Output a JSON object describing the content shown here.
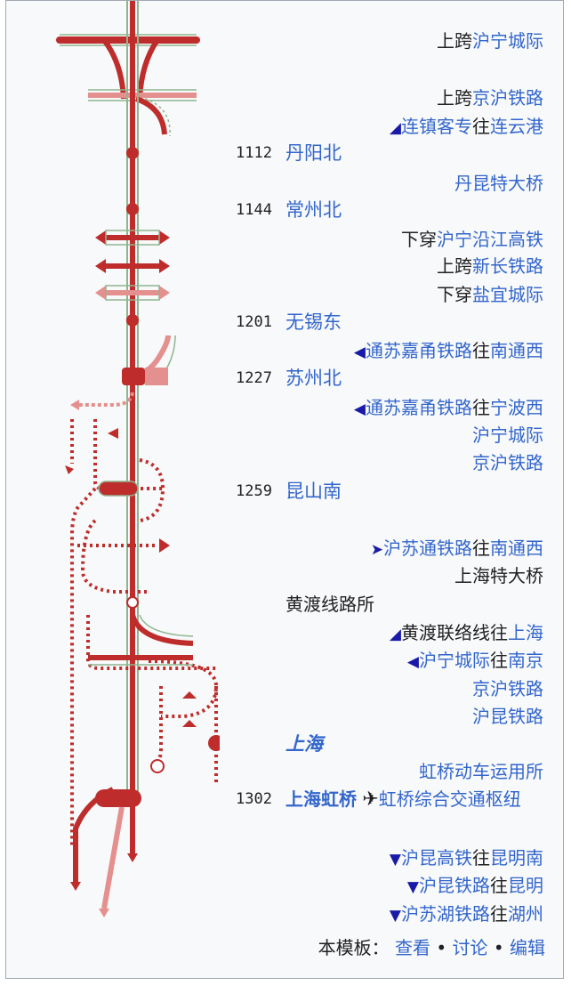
{
  "rows": {
    "r1": {
      "pre": "上跨",
      "link": "沪宁城际"
    },
    "r2": {
      "pre": "上跨",
      "link": "京沪铁路"
    },
    "r3": {
      "arrow": "◢",
      "link1": "连镇客专",
      "mid": "往",
      "link2": "连云港"
    },
    "r4": {
      "km": "1112",
      "name": "丹阳北"
    },
    "r5": {
      "link": "丹昆特大桥"
    },
    "r6": {
      "km": "1144",
      "name": "常州北"
    },
    "r7": {
      "pre": "下穿",
      "link": "沪宁沿江高铁"
    },
    "r8": {
      "pre": "上跨",
      "link": "新长铁路"
    },
    "r9": {
      "pre": "下穿",
      "link": "盐宜城际"
    },
    "r10": {
      "km": "1201",
      "name": "无锡东"
    },
    "r11": {
      "arrow": "◀",
      "link1": "通苏嘉甬铁路",
      "mid": "往",
      "link2": "南通西"
    },
    "r12": {
      "km": "1227",
      "name": "苏州北"
    },
    "r13": {
      "arrow": "◀",
      "link1": "通苏嘉甬铁路",
      "mid": "往",
      "link2": "宁波西"
    },
    "r14": {
      "link": "沪宁城际"
    },
    "r15": {
      "link": "京沪铁路"
    },
    "r16": {
      "km": "1259",
      "name": "昆山南"
    },
    "r17": {
      "arrow": "➤",
      "link1": "沪苏通铁路",
      "mid": "往",
      "link2": "南通西"
    },
    "r18": {
      "text": "上海特大桥"
    },
    "r19": {
      "text": "黄渡线路所"
    },
    "r20": {
      "arrow": "◢",
      "text1": "黄渡联络线往",
      "link2": "上海"
    },
    "r21": {
      "arrow": "◀",
      "link1": "沪宁城际",
      "mid": "往",
      "link2": "南京"
    },
    "r22": {
      "link": "京沪铁路"
    },
    "r23": {
      "link": "沪昆铁路"
    },
    "r24": {
      "name": "上海"
    },
    "r25": {
      "link": "虹桥动车运用所"
    },
    "r26": {
      "km": "1302",
      "name": "上海虹桥",
      "plane": "✈",
      "link": "虹桥综合交通枢纽"
    },
    "r27": {
      "arrow": "▼",
      "link1": "沪昆高铁",
      "mid": "往",
      "link2": "昆明南"
    },
    "r28": {
      "arrow": "▼",
      "link1": "沪昆铁路",
      "mid": "往",
      "link2": "昆明"
    },
    "r29": {
      "arrow": "▼",
      "link1": "沪苏湖铁路",
      "mid": "往",
      "link2": "湖州"
    }
  },
  "footer": {
    "label": "本模板：",
    "view": "查看",
    "sep": "•",
    "talk": "讨论",
    "edit": "编辑"
  },
  "colors": {
    "line": "#be2d2c",
    "line_light": "#e4908e",
    "edge": "#8fb58f",
    "link": "#3366cc",
    "arrow": "#1a1aa8"
  }
}
